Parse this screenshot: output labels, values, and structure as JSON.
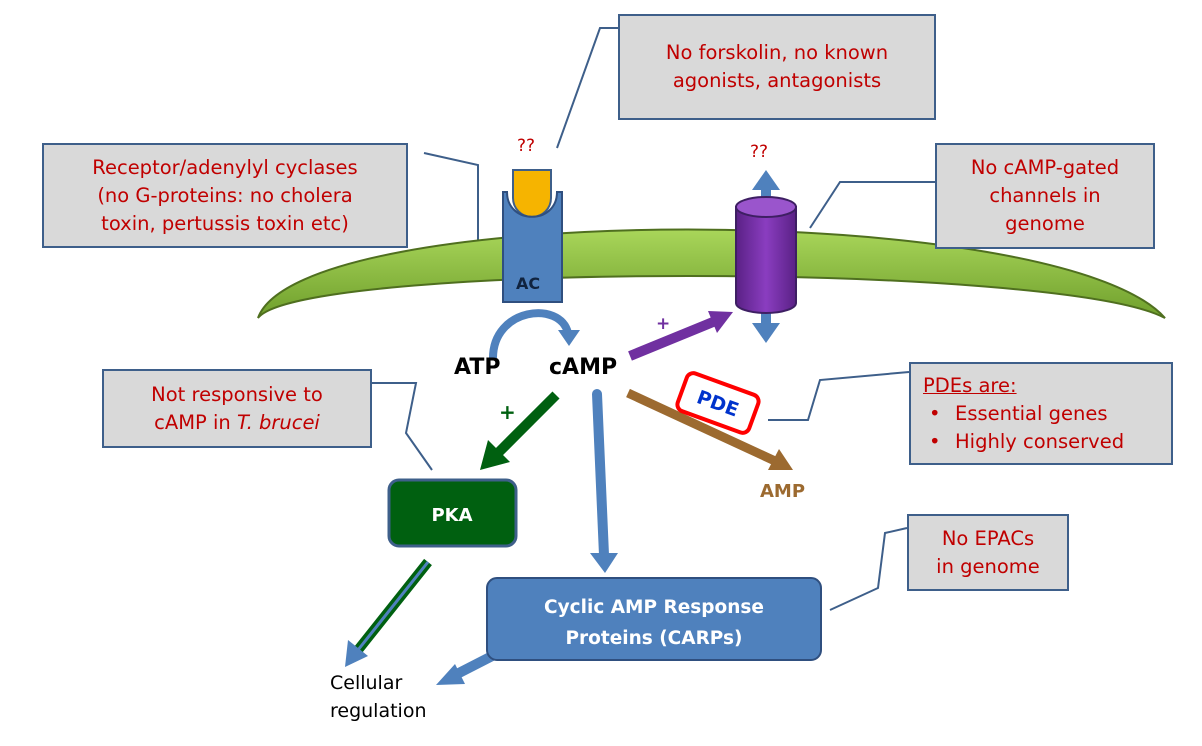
{
  "notes": {
    "forskolin": {
      "line1": "No forskolin, no known",
      "line2": "agonists, antagonists"
    },
    "receptor": {
      "line1": "Receptor/adenylyl cyclases",
      "line2": "(no G-proteins: no cholera",
      "line3": "toxin, pertussis toxin etc)"
    },
    "channels": {
      "line1": "No cAMP-gated",
      "line2": "channels in",
      "line3": "genome"
    },
    "pka_note": {
      "line1": "Not responsive to",
      "line2_pre": "cAMP in ",
      "line2_italic": "T. brucei"
    },
    "pdes": {
      "head": "PDEs are:",
      "item1": "Essential genes",
      "item2": "Highly conserved"
    },
    "epacs": {
      "line1": "No EPACs",
      "line2": "in genome"
    }
  },
  "labels": {
    "q_receptor": "??",
    "q_channel": "??",
    "ac": "AC",
    "atp": "ATP",
    "camp": "cAMP",
    "plus_channel": "+",
    "plus_pka": "+",
    "pde": "PDE",
    "amp": "AMP",
    "pka": "PKA",
    "carps_line1": "Cyclic AMP Response",
    "carps_line2": "Proteins (CARPs)",
    "cellular_line1": "Cellular",
    "cellular_line2": "regulation"
  },
  "colors": {
    "note_fill": "#d9d9d9",
    "note_border": "#3e5f8a",
    "note_text": "#c00000",
    "membrane": "#8dc43d",
    "receptor": "#4f81bd",
    "ligand": "#f6b400",
    "channel": "#7030a0",
    "pka_fill": "#006010",
    "carps_fill": "#4f81bd",
    "pde_arrow": "#9c6a30",
    "pde_border": "#ff0000",
    "pde_text": "#0033cc"
  }
}
